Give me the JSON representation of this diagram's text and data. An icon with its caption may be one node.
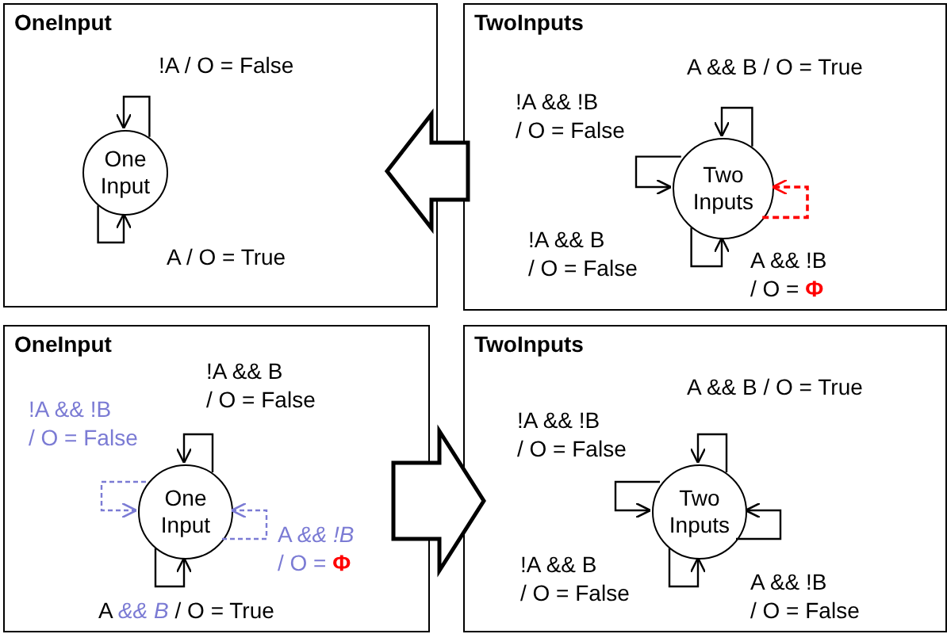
{
  "diagram": {
    "nodes": [
      {
        "text": [
          "OneInput"
        ]
      },
      {
        "text": [
          "One Input"
        ],
        "in": 0
      },
      {
        "text": [
          "TwoInputs"
        ]
      },
      {
        "text": [
          "Two Inputs"
        ],
        "in": 2
      },
      {
        "text": [
          "OneInput"
        ]
      },
      {
        "text": [
          "One Input"
        ],
        "in": 4
      },
      {
        "text": [
          "TwoInputs"
        ]
      },
      {
        "text": [
          "Two Inputs"
        ],
        "in": 6
      }
    ],
    "edges": [
      {
        "from": 1,
        "to": 1,
        "arrow": "to",
        "label": "!A / O = False"
      },
      {
        "from": 1,
        "to": 1,
        "arrow": "to",
        "label": "A / O = True"
      },
      {
        "from": 3,
        "to": 3,
        "arrow": "to",
        "label": "A && B / O = True"
      },
      {
        "from": 3,
        "to": 3,
        "arrow": "to",
        "label": "!A && !B / O = False"
      },
      {
        "from": 3,
        "to": 3,
        "arrow": "to",
        "label": "!A && B / O = False"
      },
      {
        "from": 3,
        "to": 3,
        "arrow": "to",
        "label": "A && !B / O = **Φ**",
        "style": "dashed",
        "color": "#ff0000"
      },
      {
        "from": 2,
        "to": 0,
        "arrow": "to",
        "style": "thick"
      },
      {
        "from": 4,
        "to": 6,
        "arrow": "to",
        "style": "thick"
      },
      {
        "from": 5,
        "to": 5,
        "arrow": "to",
        "label": "!A && B / O = False"
      },
      {
        "from": 5,
        "to": 5,
        "arrow": "to",
        "label": "!A && !B / O = False",
        "style": "dashed",
        "color": "#7b7bd4"
      },
      {
        "from": 5,
        "to": 5,
        "arrow": "to",
        "label": "A *&& !B* / O = **Φ**",
        "style": "dashed",
        "color": "#7b7bd4"
      },
      {
        "from": 5,
        "to": 5,
        "arrow": "to",
        "label": "A *&& B* / O = True"
      },
      {
        "from": 7,
        "to": 7,
        "arrow": "to",
        "label": "A && B / O = True"
      },
      {
        "from": 7,
        "to": 7,
        "arrow": "to",
        "label": "!A && !B / O = False"
      },
      {
        "from": 7,
        "to": 7,
        "arrow": "to",
        "label": "!A && B / O = False"
      },
      {
        "from": 7,
        "to": 7,
        "arrow": "to",
        "label": "A && !B / O = False"
      }
    ]
  }
}
